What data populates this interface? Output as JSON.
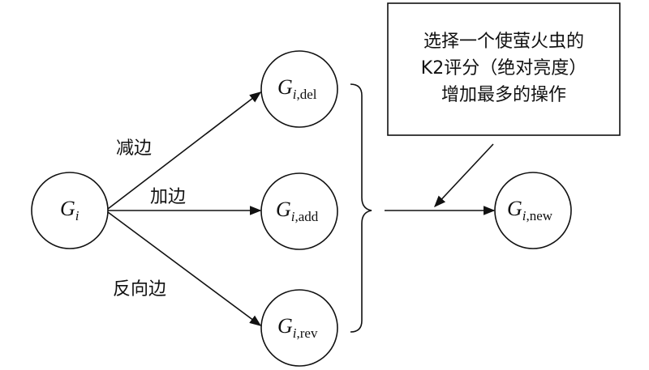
{
  "nodes": {
    "source": {
      "main": "G",
      "sub": "i"
    },
    "del": {
      "main": "G",
      "sub_italic": "i",
      "sub_rest": ",del"
    },
    "add": {
      "main": "G",
      "sub_italic": "i",
      "sub_rest": ",add"
    },
    "rev": {
      "main": "G",
      "sub_italic": "i",
      "sub_rest": ",rev"
    },
    "new": {
      "main": "G",
      "sub_italic": "i",
      "sub_rest": ",new"
    }
  },
  "edges": {
    "del_label": "减边",
    "add_label": "加边",
    "rev_label": "反向边"
  },
  "note": {
    "lines": [
      "选择一个使萤火虫的",
      "K2评分（绝对亮度）",
      "增加最多的操作"
    ]
  },
  "colors": {
    "stroke": "#111111",
    "background": "#ffffff"
  }
}
